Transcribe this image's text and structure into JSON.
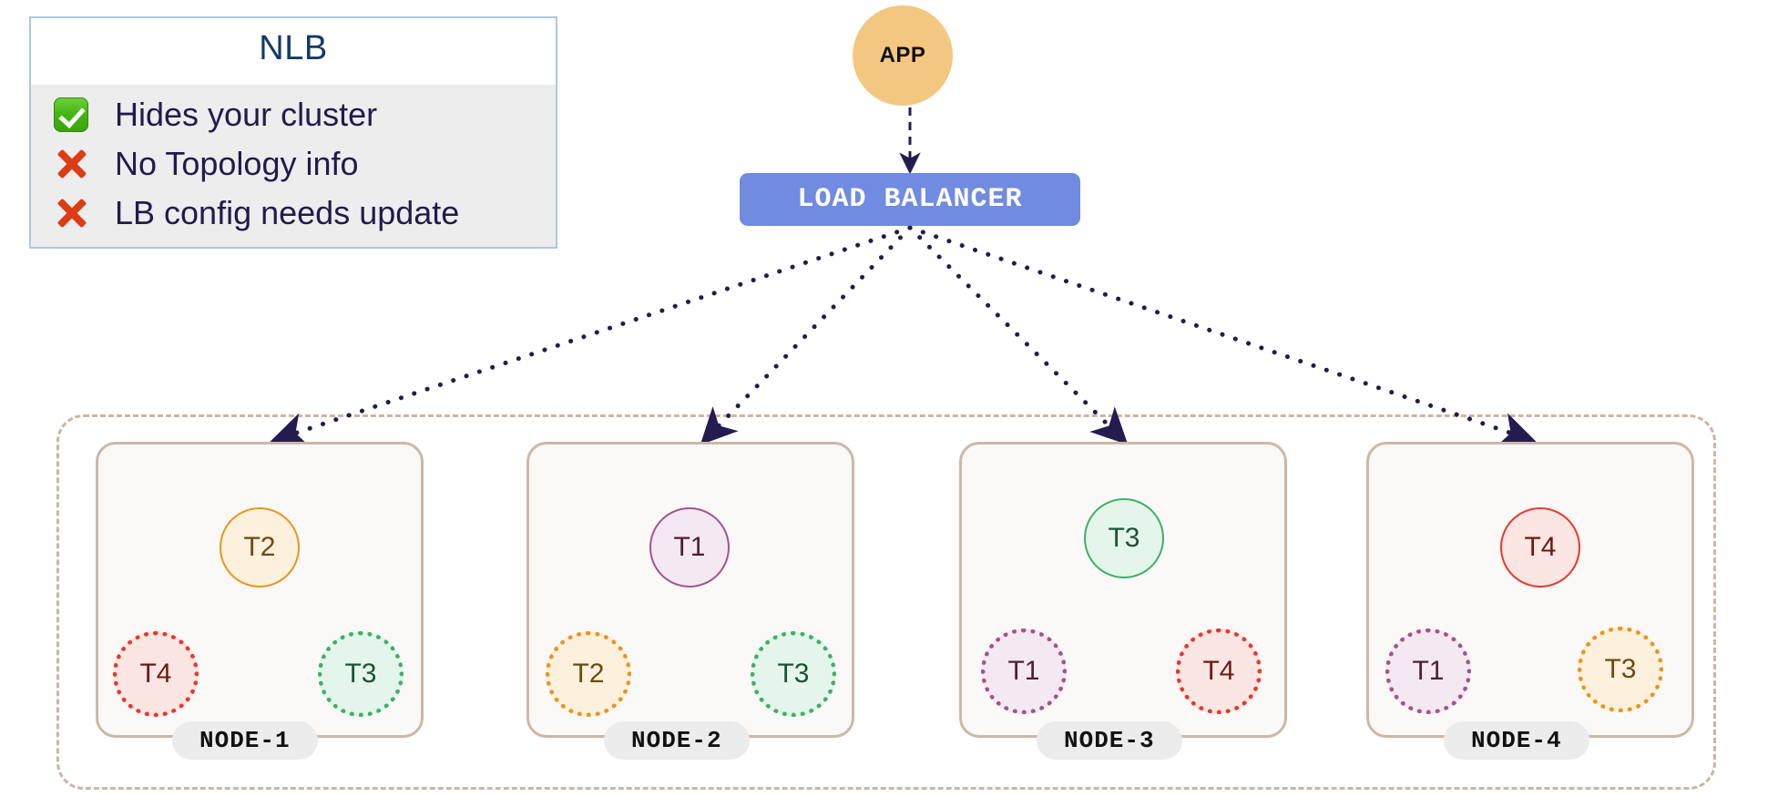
{
  "legend": {
    "title": "NLB",
    "rows": [
      {
        "icon": "check-icon",
        "status": "ok",
        "label": "Hides your cluster"
      },
      {
        "icon": "cross-icon",
        "status": "bad",
        "label": "No Topology info"
      },
      {
        "icon": "cross-icon",
        "status": "bad",
        "label": "LB config needs update"
      }
    ]
  },
  "topology": {
    "app": {
      "label": "APP",
      "color": "#f4c781"
    },
    "load_balancer": {
      "label": "LOAD  BALANCER",
      "color": "#708be0"
    },
    "cluster_border_color": "#cbb6a4",
    "nodes": [
      {
        "name": "NODE-1",
        "primary": {
          "label": "T2",
          "color": "orange",
          "kind": "primary"
        },
        "replicas": [
          {
            "label": "T4",
            "color": "red",
            "kind": "replica",
            "pos": "left"
          },
          {
            "label": "T3",
            "color": "green",
            "kind": "replica",
            "pos": "right"
          }
        ]
      },
      {
        "name": "NODE-2",
        "primary": {
          "label": "T1",
          "color": "purple",
          "kind": "primary"
        },
        "replicas": [
          {
            "label": "T2",
            "color": "orange",
            "kind": "replica",
            "pos": "left"
          },
          {
            "label": "T3",
            "color": "green",
            "kind": "replica",
            "pos": "right"
          }
        ]
      },
      {
        "name": "NODE-3",
        "primary": {
          "label": "T3",
          "color": "green",
          "kind": "primary"
        },
        "replicas": [
          {
            "label": "T1",
            "color": "purple",
            "kind": "replica",
            "pos": "left"
          },
          {
            "label": "T4",
            "color": "red",
            "kind": "replica",
            "pos": "right"
          }
        ]
      },
      {
        "name": "NODE-4",
        "primary": {
          "label": "T4",
          "color": "red",
          "kind": "primary"
        },
        "replicas": [
          {
            "label": "T1",
            "color": "purple",
            "kind": "replica",
            "pos": "left"
          },
          {
            "label": "T3",
            "color": "orange",
            "kind": "replica",
            "pos": "right"
          }
        ]
      }
    ],
    "edges": {
      "app_to_lb": "dashed",
      "lb_to_nodes": "dotted",
      "edge_color": "#241b4f"
    }
  }
}
